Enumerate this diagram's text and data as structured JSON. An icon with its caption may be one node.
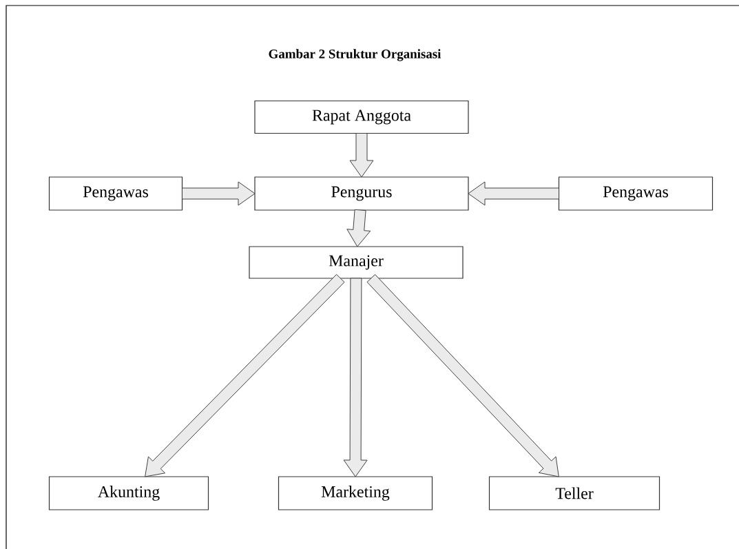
{
  "diagram": {
    "title": "Gambar 2 Struktur Organisasi",
    "nodes": [
      {
        "text": [
          "Rapat Anggota"
        ]
      },
      {
        "text": [
          "Pengawas"
        ]
      },
      {
        "text": [
          "Pengurus"
        ]
      },
      {
        "text": [
          "Pengawas"
        ]
      },
      {
        "text": [
          "Manajer"
        ]
      },
      {
        "text": [
          "Akunting"
        ]
      },
      {
        "text": [
          "Marketing"
        ]
      },
      {
        "text": [
          "Teller"
        ]
      }
    ],
    "edges": [
      {
        "from": 0,
        "to": 2,
        "arrow": "to"
      },
      {
        "from": 1,
        "to": 2,
        "arrow": "to"
      },
      {
        "from": 3,
        "to": 2,
        "arrow": "to"
      },
      {
        "from": 2,
        "to": 4,
        "arrow": "to"
      },
      {
        "from": 4,
        "to": 5,
        "arrow": "to"
      },
      {
        "from": 4,
        "to": 6,
        "arrow": "to"
      },
      {
        "from": 4,
        "to": 7,
        "arrow": "to"
      }
    ]
  }
}
